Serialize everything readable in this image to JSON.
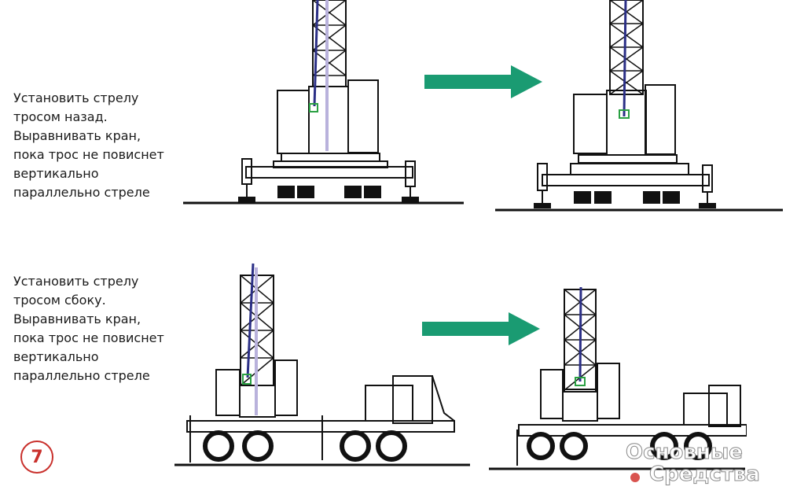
{
  "captions": {
    "top": [
      "Установить стрелу",
      "тросом назад.",
      "Выравнивать кран,",
      "пока трос не повиснет",
      "вертикально",
      "параллельно стреле"
    ],
    "bottom": [
      "Установить стрелу",
      "тросом сбоку.",
      "Выравнивать кран,",
      "пока трос не повиснет",
      "вертикально",
      "параллельно стреле"
    ]
  },
  "figure_number": "7",
  "watermark": {
    "line1": "Основные",
    "line2": "Средства"
  },
  "colors": {
    "arrow": "#1a9b72",
    "cable": "#2b2f86",
    "boom_axis": "#b9b2dc",
    "weight": "#2aa043",
    "line_art": "#111111",
    "badge": "#c9302c",
    "watermark_dot": "#d9534f"
  },
  "icons": {
    "arrow": "right-arrow-icon",
    "badge": "circle-badge"
  }
}
